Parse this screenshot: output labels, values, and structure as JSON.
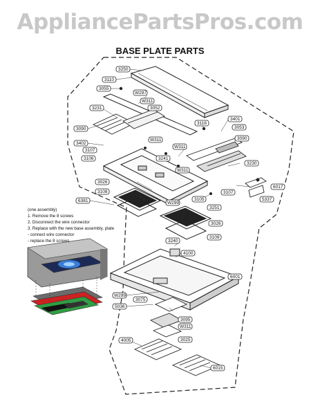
{
  "watermark": "AppliancePartsPros.com",
  "title": "BASE PLATE PARTS",
  "labels": {
    "p3250": "3250",
    "p3110": "3110",
    "p3055": "3055",
    "w297": "W297",
    "w311a": "W311",
    "p3231": "3231",
    "p3052": "3052",
    "p3090a": "3090",
    "p3116": "3116",
    "p3401": "3401",
    "p3053": "3053",
    "p3090b": "3090",
    "w311b": "W311",
    "p3402": "3402",
    "p3107a": "3107",
    "w311c": "W311",
    "p3241": "3241",
    "p3106": "3106",
    "w311d": "W311",
    "p3230": "3230",
    "p3026a": "3026",
    "p3108": "3108",
    "p6017": "6017",
    "p3107b": "3107",
    "p3105": "3105",
    "p5337": "5337",
    "p6381": "6381",
    "w299a": "W299",
    "p3251": "3251",
    "p3026b": "3026",
    "p3109": "3109",
    "p3240": "3240",
    "p4100": "4100",
    "p6001": "6001",
    "w299b": "W299",
    "p3075": "3075",
    "p5036": "5036",
    "p3095": "3095",
    "w311e": "W311",
    "p3025": "3025",
    "p4005": "4005",
    "p6015": "6015"
  },
  "note": {
    "line1": "(one assembly)",
    "line2": "1. Remove the 8 screws",
    "line3": "2. Disconnect the wire connector",
    "line4": "3. Replace with the new base assembly, plate",
    "line5": "   - connect wire connector",
    "line6": "   - replace the 8 screws"
  }
}
